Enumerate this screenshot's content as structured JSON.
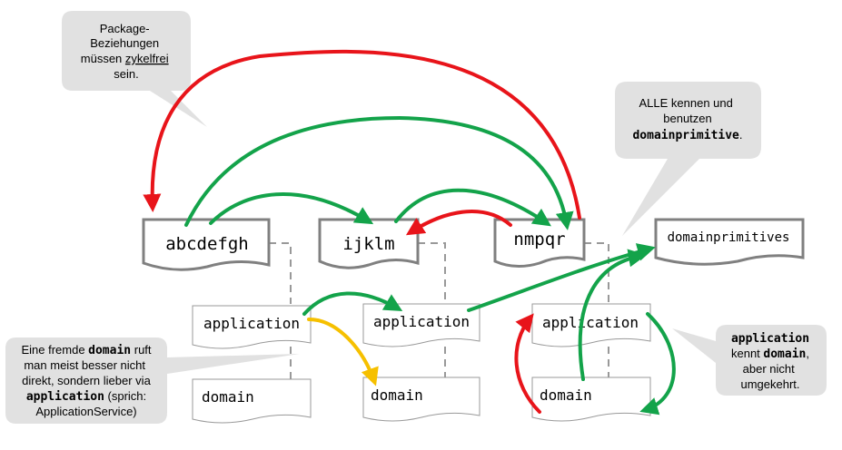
{
  "packages": {
    "abcdefgh": "abcdefgh",
    "ijklm": "ijklm",
    "nmpqr": "nmpqr",
    "domainprimitives": "domainprimitives"
  },
  "sub_packages": {
    "application": "application",
    "domain": "domain"
  },
  "callouts": {
    "cycle_free": {
      "line1": "Package-",
      "line2": "Beziehungen",
      "line3_a": "müssen ",
      "line3_b": "zykelfrei",
      "line4": "sein."
    },
    "all_know": {
      "line1": "ALLE kennen und",
      "line2": "benutzen",
      "line3_bold": "domainprimitive",
      "line3_end": "."
    },
    "foreign_domain": {
      "line1_a": "Eine fremde ",
      "line1_bold": "domain",
      "line1_b": " ruft",
      "line2": "man meist besser nicht",
      "line3": "direkt, sondern lieber via",
      "line4_bold": "application",
      "line4_b": "  (sprich:",
      "line5": "ApplicationService)"
    },
    "app_knows_domain": {
      "line1_bold": "application",
      "line2_a": "kennt ",
      "line2_bold": "domain",
      "line2_end": ",",
      "line3": "aber nicht",
      "line4": "umgekehrt."
    }
  },
  "colors": {
    "allowed": "#13a34a",
    "forbidden": "#e8141a",
    "indirect": "#f6c000",
    "package_border": "#808080",
    "callout_fill": "#e1e1e1"
  }
}
